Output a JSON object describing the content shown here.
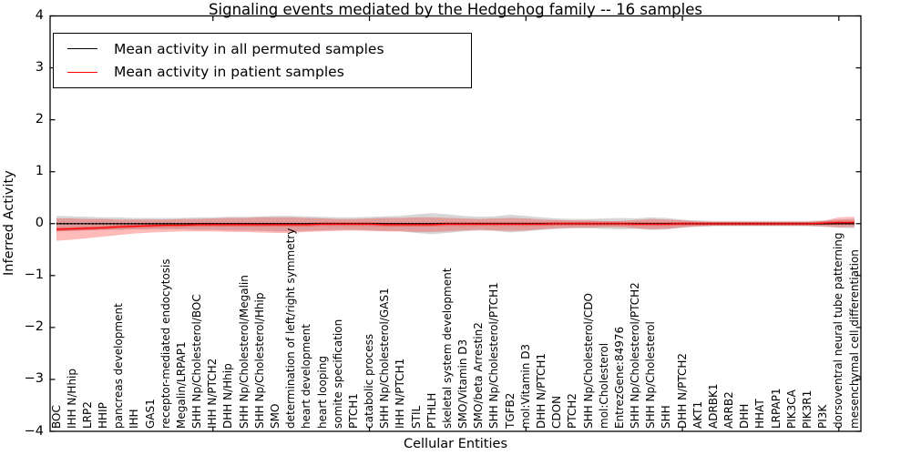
{
  "chart_data": {
    "type": "line",
    "title": "Signaling events mediated by the Hedgehog family -- 16 samples",
    "xlabel": "Cellular Entities",
    "ylabel": "Inferred Activity",
    "ylim": [
      -4,
      4
    ],
    "ytick_labels": [
      "4",
      "3",
      "2",
      "1",
      "0",
      "−1",
      "−2",
      "−3",
      "−4"
    ],
    "ytick_values": [
      4,
      3,
      2,
      1,
      0,
      -1,
      -2,
      -3,
      -4
    ],
    "xtick_indices": [
      10,
      20,
      30,
      40,
      50
    ],
    "grid": false,
    "legend_position": "upper left",
    "categories": [
      "BOC",
      "IHH N/Hhip",
      "LRP2",
      "HHIP",
      "pancreas development",
      "IHH",
      "GAS1",
      "receptor-mediated endocytosis",
      "Megalin/LRPAP1",
      "SHH Np/Cholesterol/BOC",
      "IHH N/PTCH2",
      "DHH N/Hhip",
      "SHH Np/Cholesterol/Megalin",
      "SHH Np/Cholesterol/Hhip",
      "SMO",
      "determination of left/right symmetry",
      "heart development",
      "heart looping",
      "somite specification",
      "PTCH1",
      "catabolic process",
      "SHH Np/Cholesterol/GAS1",
      "IHH N/PTCH1",
      "STIL",
      "PTHLH",
      "skeletal system development",
      "SMO/Vitamin D3",
      "SMO/beta Arrestin2",
      "SHH Np/Cholesterol/PTCH1",
      "TGFB2",
      "mol:Vitamin D3",
      "DHH N/PTCH1",
      "CDON",
      "PTCH2",
      "SHH Np/Cholesterol/CDO",
      "mol:Cholesterol",
      "EntrezGene:84976",
      "SHH Np/Cholesterol/PTCH2",
      "SHH Np/Cholesterol",
      "SHH",
      "DHH N/PTCH2",
      "AKT1",
      "ADRBK1",
      "ARRB2",
      "DHH",
      "HHAT",
      "LRPAP1",
      "PIK3CA",
      "PIK3R1",
      "PI3K",
      "dorsoventral neural tube patterning",
      "mesenchymal cell differentiation"
    ],
    "series": [
      {
        "name": "Mean activity in all permuted samples",
        "color": "#000000",
        "constant": 0,
        "style": "solid-dotted"
      },
      {
        "name": "Mean activity in patient samples",
        "color": "#ff0000",
        "style": "solid",
        "values": [
          -0.11,
          -0.1,
          -0.09,
          -0.08,
          -0.06,
          -0.05,
          -0.04,
          -0.03,
          -0.03,
          -0.02,
          -0.02,
          -0.02,
          -0.02,
          -0.02,
          -0.02,
          -0.02,
          -0.02,
          -0.01,
          -0.01,
          -0.01,
          -0.01,
          -0.02,
          -0.02,
          -0.02,
          -0.02,
          -0.01,
          -0.01,
          -0.01,
          -0.01,
          -0.01,
          -0.01,
          -0.01,
          0,
          0,
          0,
          0,
          0,
          -0.01,
          -0.01,
          -0.01,
          0,
          0,
          0,
          0,
          0,
          0,
          0,
          0,
          0,
          0.01,
          0.02,
          0.02
        ]
      }
    ],
    "bands": [
      {
        "name": "permuted-range",
        "color": "rgba(0,0,0,0.16)",
        "mirror": true,
        "upper": [
          0.15,
          0.14,
          0.13,
          0.12,
          0.12,
          0.11,
          0.11,
          0.11,
          0.11,
          0.12,
          0.12,
          0.13,
          0.13,
          0.14,
          0.15,
          0.15,
          0.14,
          0.13,
          0.12,
          0.12,
          0.13,
          0.14,
          0.15,
          0.18,
          0.2,
          0.18,
          0.15,
          0.13,
          0.14,
          0.17,
          0.15,
          0.12,
          0.1,
          0.09,
          0.09,
          0.1,
          0.11,
          0.1,
          0.12,
          0.11,
          0.08,
          0.06,
          0.05,
          0.05,
          0.05,
          0.05,
          0.05,
          0.05,
          0.05,
          0.06,
          0.08,
          0.09
        ]
      },
      {
        "name": "patient-range",
        "color": "rgba(255,0,0,0.27)",
        "upper": [
          0.1,
          0.1,
          0.09,
          0.09,
          0.08,
          0.08,
          0.08,
          0.08,
          0.09,
          0.09,
          0.1,
          0.11,
          0.11,
          0.12,
          0.12,
          0.12,
          0.11,
          0.1,
          0.09,
          0.09,
          0.1,
          0.11,
          0.11,
          0.12,
          0.12,
          0.11,
          0.1,
          0.09,
          0.1,
          0.11,
          0.1,
          0.08,
          0.07,
          0.06,
          0.06,
          0.05,
          0.05,
          0.07,
          0.09,
          0.08,
          0.06,
          0.04,
          0.03,
          0.03,
          0.03,
          0.03,
          0.03,
          0.03,
          0.03,
          0.05,
          0.12,
          0.13
        ],
        "lower": [
          -0.33,
          -0.31,
          -0.28,
          -0.25,
          -0.22,
          -0.19,
          -0.17,
          -0.16,
          -0.15,
          -0.15,
          -0.15,
          -0.16,
          -0.16,
          -0.17,
          -0.18,
          -0.18,
          -0.16,
          -0.15,
          -0.14,
          -0.13,
          -0.14,
          -0.15,
          -0.15,
          -0.16,
          -0.16,
          -0.15,
          -0.13,
          -0.12,
          -0.13,
          -0.14,
          -0.13,
          -0.11,
          -0.09,
          -0.08,
          -0.08,
          -0.07,
          -0.07,
          -0.09,
          -0.11,
          -0.1,
          -0.07,
          -0.05,
          -0.04,
          -0.04,
          -0.04,
          -0.04,
          -0.04,
          -0.04,
          -0.04,
          -0.05,
          -0.07,
          -0.06
        ]
      },
      {
        "name": "patient-core",
        "color": "rgba(255,0,0,0.30)",
        "around_series": 1,
        "half_width": 0.035
      }
    ],
    "legend": {
      "entries": [
        {
          "label": "Mean activity in all permuted samples",
          "color": "#000000"
        },
        {
          "label": "Mean activity in patient samples",
          "color": "#ff0000"
        }
      ]
    }
  }
}
